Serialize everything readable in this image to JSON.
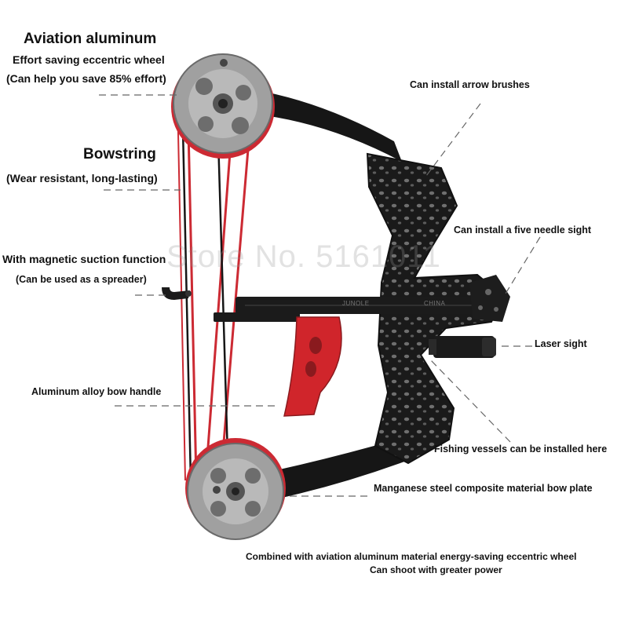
{
  "labels": {
    "aviation_title": "Aviation aluminum",
    "eccentric_wheel": "Effort saving eccentric wheel",
    "save_effort": "(Can help you save 85% effort)",
    "bowstring_title": "Bowstring",
    "wear_resistant": "(Wear resistant, long-lasting)",
    "magnetic": "With magnetic suction function",
    "spreader": "(Can be used as a spreader)",
    "handle": "Aluminum alloy bow handle",
    "arrow_brushes": "Can install arrow brushes",
    "needle_sight": "Can install a five needle sight",
    "laser_sight": "Laser sight",
    "fishing": "Fishing vessels can be installed here",
    "bow_plate": "Manganese steel composite material bow plate",
    "combined_line1": "Combined with aviation aluminum material energy-saving eccentric wheel",
    "combined_line2": "Can shoot with greater power"
  },
  "watermark": "Store No. 5161011",
  "engraving": {
    "left": "JUNOLE",
    "right": "CHINA"
  },
  "colors": {
    "frame": "#161616",
    "wheel": "#9a9a9a",
    "string_red": "#cc2a33",
    "grip_red": "#d0252b"
  }
}
